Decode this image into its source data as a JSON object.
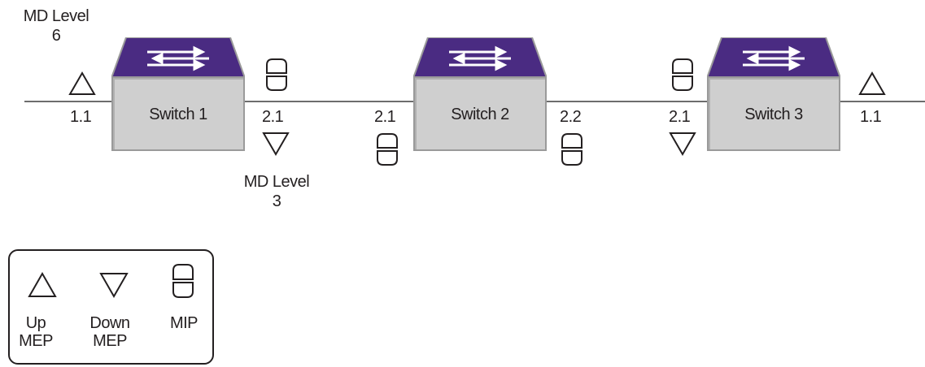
{
  "md_level_6": {
    "line1": "MD Level",
    "line2": "6"
  },
  "md_level_3": {
    "line1": "MD Level",
    "line2": "3"
  },
  "switches": [
    {
      "name": "Switch 1"
    },
    {
      "name": "Switch 2"
    },
    {
      "name": "Switch 3"
    }
  ],
  "ports": {
    "sw1_left": "1.1",
    "sw1_right": "2.1",
    "sw2_left": "2.1",
    "sw2_right": "2.2",
    "sw3_left": "2.1",
    "sw3_right": "1.1"
  },
  "legend": {
    "up_mep": {
      "line1": "Up",
      "line2": "MEP"
    },
    "down_mep": {
      "line1": "Down",
      "line2": "MEP"
    },
    "mip": "MIP"
  },
  "colors": {
    "switch_top": "#4a2b82",
    "switch_body": "#cfcfcf",
    "arrows": "#ffffff",
    "link_line": "#6d6d6d",
    "symbol_stroke": "#231f20"
  }
}
